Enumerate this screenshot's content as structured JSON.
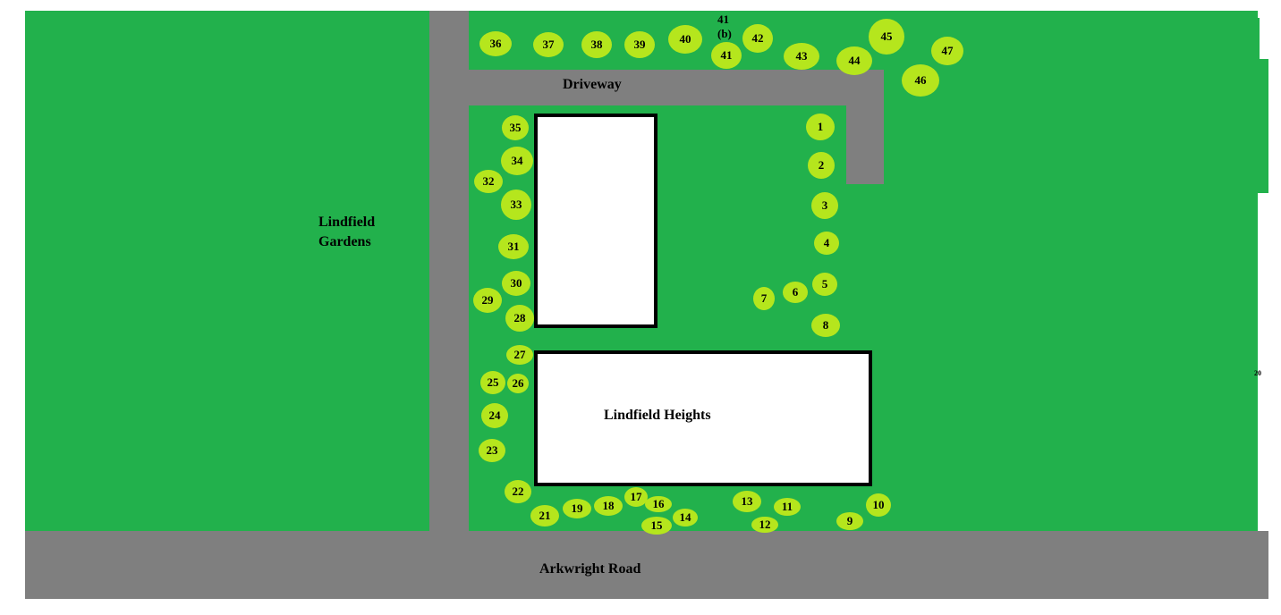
{
  "colors": {
    "grass": "#22b14c",
    "road": "#7f7f7f",
    "tree": "#b5e61d",
    "building_fill": "#ffffff",
    "building_outline": "#000000"
  },
  "labels": {
    "lindfield_gardens": "Lindfield Gardens",
    "driveway": "Driveway",
    "lindfield_heights": "Lindfield Heights",
    "arkwright_road": "Arkwright Road"
  },
  "trees": [
    "1",
    "2",
    "3",
    "4",
    "5",
    "6",
    "7",
    "8",
    "9",
    "10",
    "11",
    "12",
    "13",
    "14",
    "15",
    "16",
    "17",
    "18",
    "19",
    "20",
    "21",
    "22",
    "23",
    "24",
    "25",
    "26",
    "27",
    "28",
    "29",
    "30",
    "31",
    "32",
    "33",
    "34",
    "35",
    "36",
    "37",
    "38",
    "39",
    "40",
    "41",
    "41 (b)",
    "42",
    "43",
    "44",
    "45",
    "46",
    "47"
  ]
}
